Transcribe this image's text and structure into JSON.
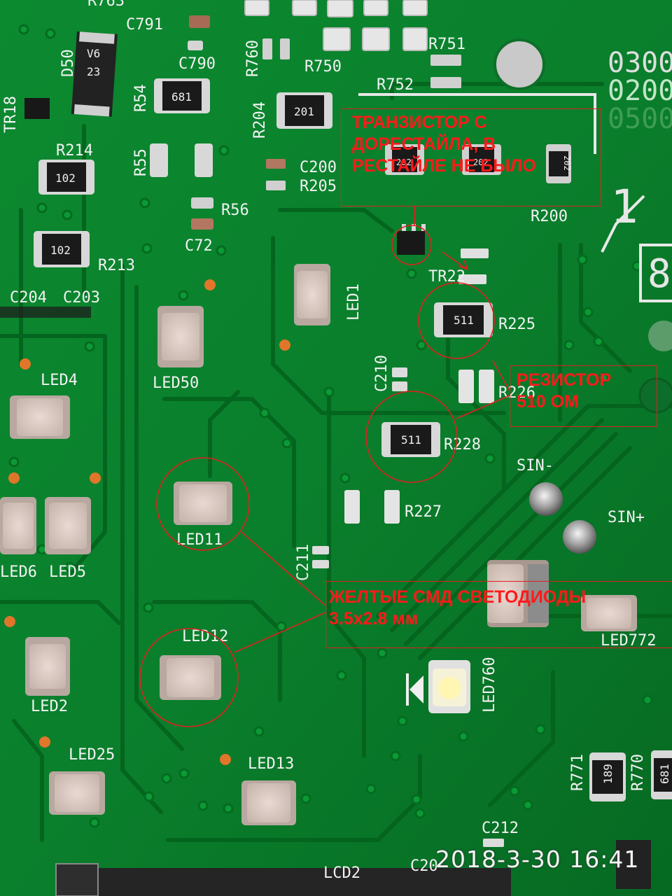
{
  "photo": {
    "board_color": "#0a7a2a",
    "annotation_color": "#e02020",
    "timestamp": "2018-3-30 16:41"
  },
  "annotations": {
    "transistor": "ТРАНЗИСТОР С ДОРЕСТАЙЛА, В РЕСТАЙЛЕ НЕ БЫЛО",
    "transistor_lines": [
      "ТРАНЗИСТОР С",
      "ДОРЕСТАЙЛА, В",
      "РЕСТАЙЛЕ НЕ БЫЛО"
    ],
    "resistor_lines": [
      "РЕЗИСТОР",
      "510 ОМ"
    ],
    "leds_lines": [
      "ЖЕЛТЫЕ СМД СВЕТОДИОДЫ",
      "3.5x2.8 мм"
    ]
  },
  "silkscreen": {
    "r763": "R763",
    "c791": "C791",
    "c790": "C790",
    "r760": "R760",
    "r750": "R750",
    "r751": "R751",
    "r752": "R752",
    "d50": "D50",
    "tr18": "TR18",
    "r54": "R54",
    "r55": "R55",
    "r204": "R204",
    "r214": "R214",
    "c200": "C200",
    "r205": "R205",
    "r56": "R56",
    "r200": "R200",
    "c72": "C72",
    "r213": "R213",
    "tr22": "TR22",
    "c204": "C204",
    "c203": "C203",
    "led1": "LED1",
    "r225": "R225",
    "led50": "LED50",
    "led4": "LED4",
    "c210": "C210",
    "r226": "R226",
    "r228": "R228",
    "sin_minus": "SIN-",
    "sin_plus": "SIN+",
    "r227": "R227",
    "led11": "LED11",
    "led6": "LED6",
    "led5": "LED5",
    "c211": "C211",
    "led772": "LED772",
    "led12": "LED12",
    "led2": "LED2",
    "led760": "LED760",
    "led25": "LED25",
    "led13": "LED13",
    "r771": "R771",
    "r770": "R770",
    "c212": "C212",
    "c20x": "C20",
    "lcd2": "LCD2",
    "code_681": "681",
    "code_201": "201",
    "code_102a": "102",
    "code_102b": "102",
    "code_511a": "511",
    "code_511b": "511",
    "code_189": "189",
    "code_681b": "681",
    "marking_0300": "0300",
    "marking_0200": "0200",
    "marking_0500": "0500",
    "marking_v6": "V6",
    "marking_23": "23",
    "code_202a": "202",
    "code_202b": "202",
    "code_202c": "202",
    "marking_8": "8",
    "marking_1": "1"
  }
}
